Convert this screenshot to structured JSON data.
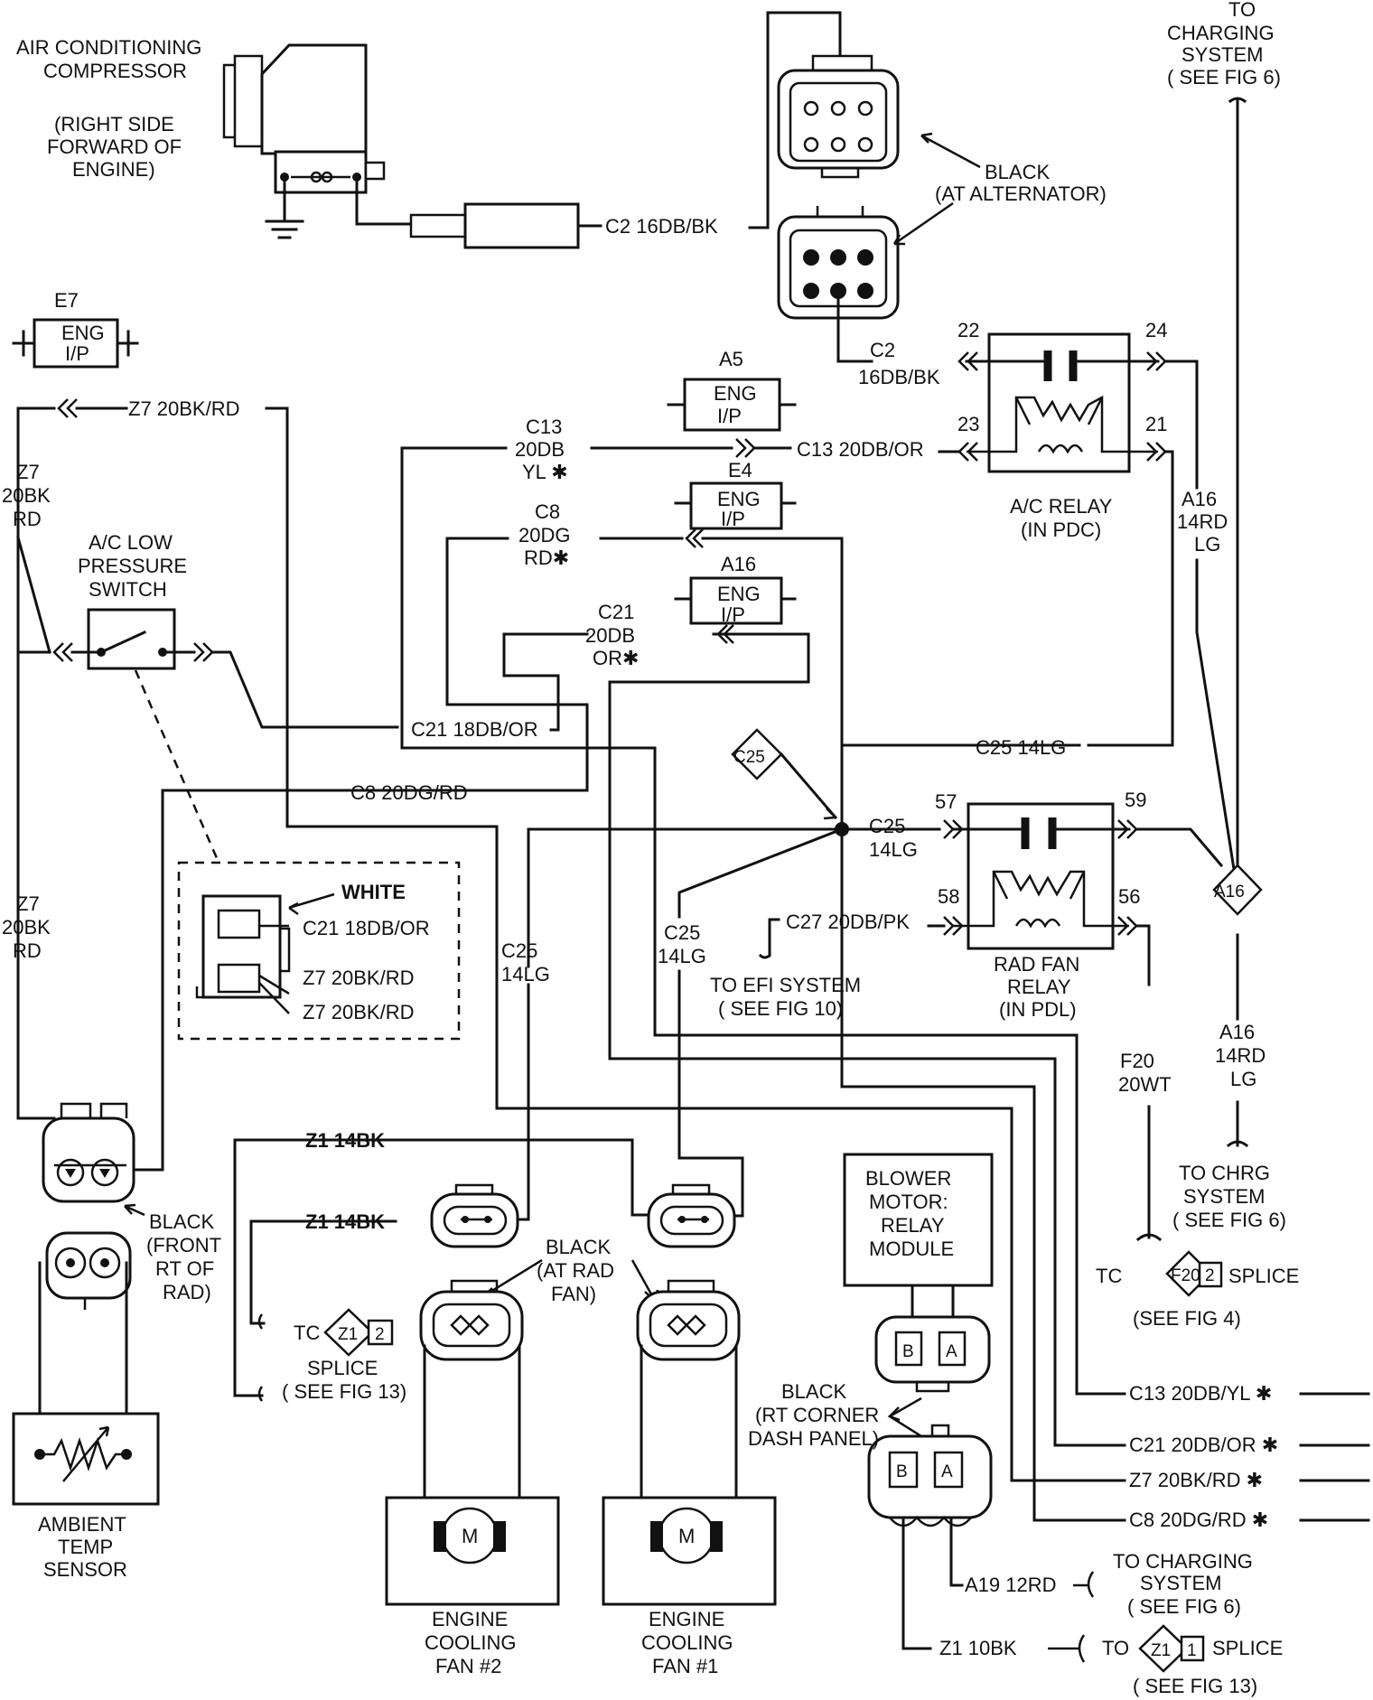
{
  "components": {
    "ac_compressor": {
      "line1": "AIR CONDITIONING",
      "line2": "COMPRESSOR",
      "loc1": "(RIGHT SIDE",
      "loc2": "FORWARD OF",
      "loc3": "ENGINE)"
    },
    "charging_top": {
      "line1": "TO",
      "line2": "CHARGING",
      "line3": "SYSTEM",
      "line4": "( SEE FIG 6)"
    },
    "alternator_conn": {
      "line1": "BLACK",
      "line2": "(AT ALTERNATOR)"
    },
    "ac_relay": {
      "line1": "A/C RELAY",
      "line2": "(IN PDC)"
    },
    "rad_fan_relay": {
      "line1": "RAD FAN",
      "line2": "RELAY",
      "line3": "(IN PDL)"
    },
    "ac_low_pressure": {
      "line1": "A/C LOW",
      "line2": "PRESSURE",
      "line3": "SWITCH"
    },
    "white_conn": {
      "label": "WHITE"
    },
    "ambient_sensor": {
      "line1": "AMBIENT",
      "line2": "TEMP",
      "line3": "SENSOR"
    },
    "front_rad": {
      "line1": "BLACK",
      "line2": "(FRONT",
      "line3": "RT OF",
      "line4": "RAD)"
    },
    "rad_fan_conn": {
      "line1": "BLACK",
      "line2": "(AT RAD",
      "line3": "FAN)"
    },
    "fan2": {
      "line1": "ENGINE",
      "line2": "COOLING",
      "line3": "FAN #2",
      "motor": "M"
    },
    "fan1": {
      "line1": "ENGINE",
      "line2": "COOLING",
      "line3": "FAN #1",
      "motor": "M"
    },
    "blower": {
      "line1": "BLOWER",
      "line2": "MOTOR:",
      "line3": "RELAY",
      "line4": "MODULE"
    },
    "dash_panel": {
      "line1": "BLACK",
      "line2": "(RT CORNER",
      "line3": "DASH PANEL)"
    },
    "pin_b": "B",
    "pin_a": "A"
  },
  "eng_ip": {
    "line1": "ENG",
    "line2": "I/P",
    "e7": "E7",
    "a5": "A5",
    "e4": "E4",
    "a16": "A16"
  },
  "wires": {
    "c2_top": "C2  16DB/BK",
    "c2_relay_a": "C2",
    "c2_relay_b": "16DB/BK",
    "z7_top": "Z7  20BK/RD",
    "z7_left_a": "Z7",
    "z7_left_b": "20BK",
    "z7_left_c": "RD",
    "c13_a": "C13",
    "c13_b": "20DB",
    "c13_c": "YL ✱",
    "c13_relay": "C13  20DB/OR",
    "c8_a": "C8",
    "c8_b": "20DG",
    "c8_c": "RD✱",
    "c21_a": "C21",
    "c21_b": "20DB",
    "c21_c": "OR✱",
    "c21_mid": "C21  18DB/OR",
    "c8_mid": "C8  20DG/RD",
    "c25_top": "C25  14LG",
    "c25_splice": "C25",
    "c25_relay_a": "C25",
    "c25_relay_b": "14LG",
    "c25_left_a": "C25",
    "c25_left_b": "14LG",
    "c25_right_a": "C25",
    "c25_right_b": "14LG",
    "c27": "C27  20DB/PK",
    "efi_a": "TO EFI SYSTEM",
    "efi_b": "( SEE FIG 10)",
    "a16_top_a": "A16",
    "a16_top_b": "14RD",
    "a16_top_c": "LG",
    "a16_splice": "A16",
    "a16_bot_a": "A16",
    "a16_bot_b": "14RD",
    "a16_bot_c": "LG",
    "chrg_a": "TO CHRG",
    "chrg_b": "SYSTEM",
    "chrg_c": "( SEE FIG 6)",
    "f20_a": "F20",
    "f20_b": "20WT",
    "f20_splice_tc": "TC",
    "f20_splice_id": "F20",
    "f20_splice_n": "2",
    "f20_splice_word": "SPLICE",
    "f20_splice_fig": "(SEE FIG 4)",
    "wc_c21": "C21  18DB/OR",
    "wc_z7a": "Z7  20BK/RD",
    "wc_z7b": "Z7  20BK/RD",
    "z1_top": "Z1 14BK",
    "z1_mid": "Z1 14BK",
    "z1_splice_tc": "TC",
    "z1_splice_id": "Z1",
    "z1_splice_n": "2",
    "z1_splice_word": "SPLICE",
    "z1_splice_fig": "( SEE FIG 13)",
    "out_c13": "C13  20DB/YL ✱",
    "out_c21": "C21  20DB/OR ✱",
    "out_z7": "Z7  20BK/RD ✱",
    "out_c8": "C8  20DG/RD ✱",
    "a19": "A19  12RD",
    "chg2_a": "TO CHARGING",
    "chg2_b": "SYSTEM",
    "chg2_c": "( SEE FIG 6)",
    "z1_bot": "Z1  10BK",
    "z1b_tc": "TO",
    "z1b_id": "Z1",
    "z1b_n": "1",
    "z1b_word": "SPLICE",
    "z1b_fig": "( SEE FIG 13)",
    "pins": {
      "p22": "22",
      "p24": "24",
      "p23": "23",
      "p21": "21",
      "p57": "57",
      "p59": "59",
      "p58": "58",
      "p56": "56"
    }
  }
}
